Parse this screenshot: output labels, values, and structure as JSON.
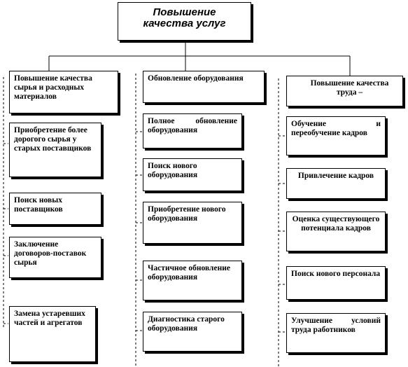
{
  "root": {
    "line1": "Повышение",
    "line2": "качества услуг"
  },
  "columns": [
    {
      "header": "Повышение качества сырья и расходных материалов",
      "items": [
        "Приобретение более дорогого сырья у старых поставщиков",
        "Поиск новых поставщиков",
        "Заключение договоров-поставок сырья",
        "Замена устаревших частей и агрегатов"
      ]
    },
    {
      "header": "Обновление оборудования",
      "items": [
        "Полное обновление оборудования",
        "Поиск нового оборудования",
        "Приобретение нового оборудования",
        "Частичное обновление оборудования",
        "Диагностика старого оборудования"
      ]
    },
    {
      "header": "Повышение качества труда –",
      "items": [
        "Обучение и переобучение кадров",
        "Привлечение кадров",
        "Оценка существующего потенциала кадров",
        "Поиск нового персонала",
        "Улучшение условий труда работников"
      ]
    }
  ]
}
